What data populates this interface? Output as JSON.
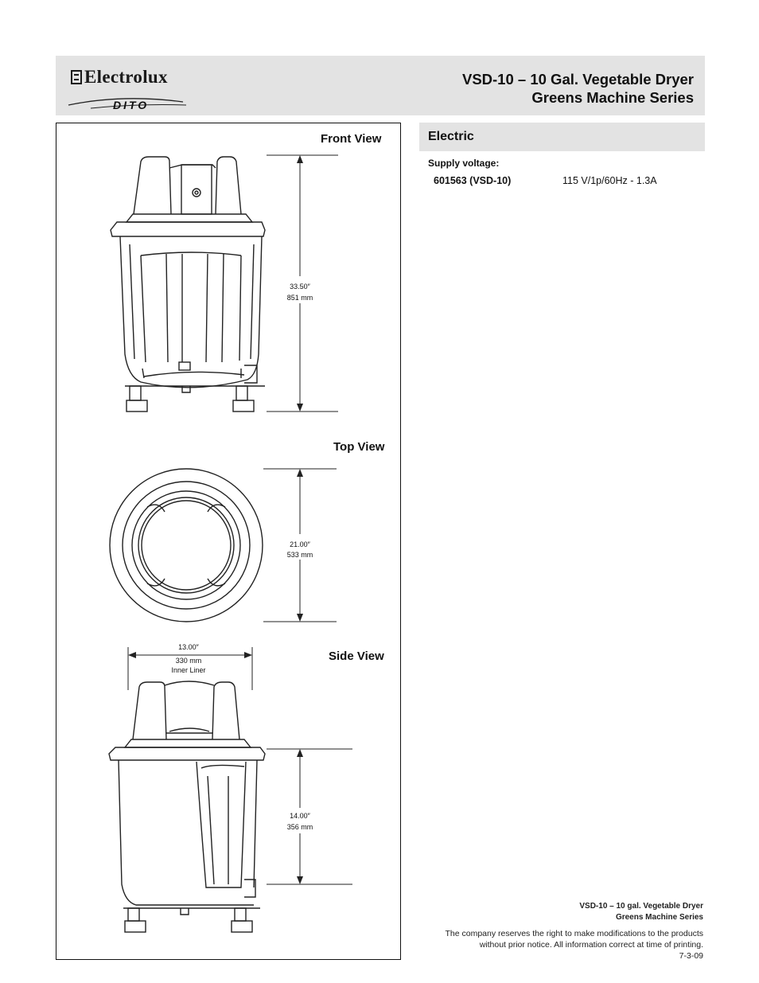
{
  "header": {
    "brand": "Electrolux",
    "sub_brand": "DITO",
    "title_line1": "VSD-10 – 10 Gal. Vegetable Dryer",
    "title_line2": "Greens Machine Series"
  },
  "views": {
    "front": {
      "label": "Front View",
      "dim_in": "33.50″",
      "dim_mm": "851 mm"
    },
    "top": {
      "label": "Top View",
      "dim_in": "21.00″",
      "dim_mm": "533 mm"
    },
    "side": {
      "label": "Side View",
      "width_in": "13.00″",
      "width_mm": "330 mm",
      "width_note": "Inner Liner",
      "dim_in": "14.00″",
      "dim_mm": "356 mm"
    }
  },
  "electric": {
    "heading": "Electric",
    "supply_label": "Supply voltage:",
    "model": "601563 (VSD-10)",
    "spec": "115 V/1p/60Hz - 1.3A"
  },
  "footer": {
    "line1": "VSD-10 – 10 gal. Vegetable Dryer",
    "line2": "Greens Machine Series",
    "notice1": "The company reserves the right to make modifications to the products",
    "notice2": "without prior notice. All information correct at time of printing.",
    "date": "7-3-09"
  }
}
